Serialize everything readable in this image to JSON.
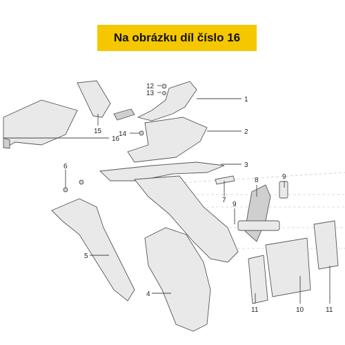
{
  "banner": {
    "text": "Na obrázku díl číslo 16",
    "color": "#f5c700"
  },
  "callouts": [
    "1",
    "2",
    "3",
    "4",
    "5",
    "6",
    "7",
    "8",
    "9",
    "9",
    "10",
    "11",
    "11",
    "12",
    "13",
    "14",
    "15",
    "16"
  ],
  "shape_icons": [
    "tail-light-cover",
    "front-cover",
    "rear-grab-rail",
    "rear-fairing",
    "rear-fender",
    "mudguard-support",
    "plate-holder",
    "plate-reflector",
    "license-plate",
    "screw",
    "bolt"
  ]
}
